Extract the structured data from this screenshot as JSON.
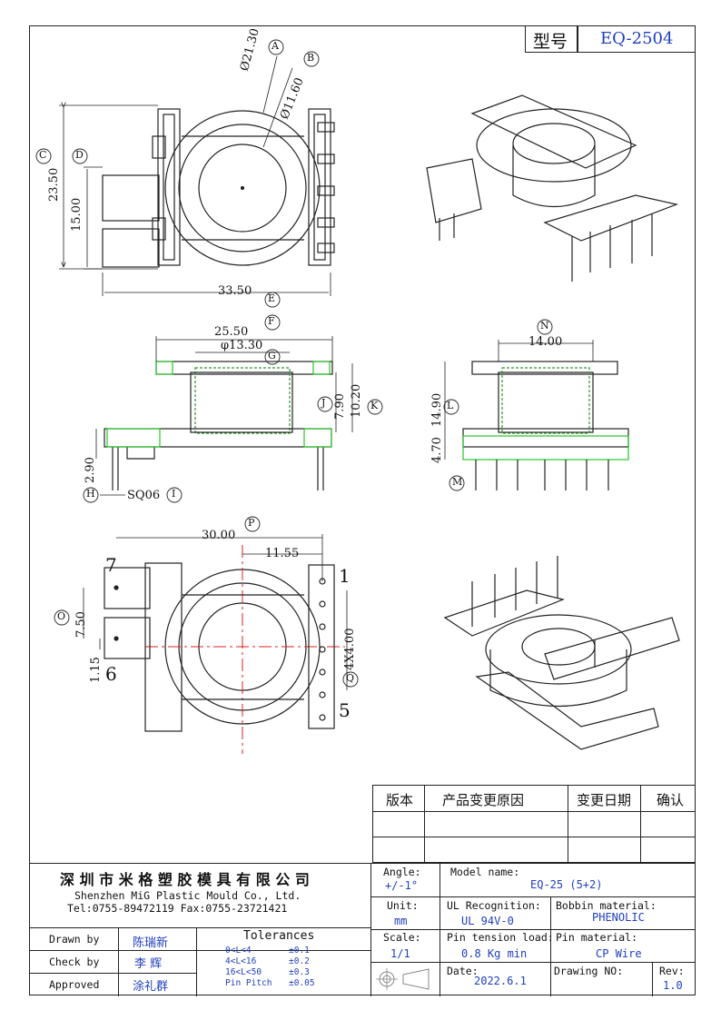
{
  "header": {
    "model_label": "型号",
    "model_value": "EQ-2504"
  },
  "views": {
    "top": {
      "dim_a": "Ø21.30",
      "dim_b": "Ø11.60",
      "dim_c": "23.50",
      "dim_d": "15.00",
      "dim_e": "33.50",
      "tag_a": "A",
      "tag_b": "B",
      "tag_c": "C",
      "tag_d": "D",
      "tag_e": "E"
    },
    "front": {
      "dim_f": "25.50",
      "dim_g": "φ13.30",
      "dim_j": "7.90",
      "dim_k": "10.20",
      "dim_h": "2.90",
      "dim_i": "SQ06",
      "tag_f": "F",
      "tag_g": "G",
      "tag_h": "H",
      "tag_i": "I",
      "tag_j": "J",
      "tag_k": "K"
    },
    "side": {
      "dim_n": "14.00",
      "dim_l": "14.90",
      "dim_m": "4.70",
      "tag_n": "N",
      "tag_l": "L",
      "tag_m": "M"
    },
    "bottom": {
      "dim_p": "30.00",
      "dim_p2": "11.55",
      "dim_o": "7.50",
      "dim_1_15": "1.15",
      "dim_q": "4X4.00",
      "pin_1": "1",
      "pin_5": "5",
      "pin_6": "6",
      "pin_7": "7",
      "tag_p": "P",
      "tag_o": "O",
      "tag_q": "Q"
    }
  },
  "revision_table": {
    "headers": [
      "版本",
      "产品变更原因",
      "变更日期",
      "确认"
    ]
  },
  "title_block": {
    "company_cn": "深 圳 市 米 格 塑 胶 模 具 有 限 公 司",
    "company_en": "Shenzhen MiG Plastic Mould Co., Ltd.",
    "contact": "Tel:0755-89472119   Fax:0755-23721421",
    "angle_label": "Angle:",
    "angle_value": "+/-1°",
    "unit_label": "Unit:",
    "unit_value": "mm",
    "scale_label": "Scale:",
    "scale_value": "1/1",
    "model_name_label": "Model name:",
    "model_name_value": "EQ-25 (5+2)",
    "ul_label": "UL Recognition:",
    "ul_value": "UL 94V-0",
    "bobbin_label": "Bobbin material:",
    "bobbin_value": "PHENOLIC",
    "pin_tension_label": "Pin tension load:",
    "pin_tension_value": "0.8 Kg min",
    "pin_material_label": "Pin material:",
    "pin_material_value": "CP Wire",
    "date_label": "Date:",
    "date_value": "2022.6.1",
    "drawing_no_label": "Drawing NO:",
    "drawing_no_value": "",
    "rev_label": "Rev:",
    "rev_value": "1.0",
    "drawn_by_label": "Drawn by",
    "drawn_by_value": "陈瑞新",
    "check_by_label": "Check by",
    "check_by_value": "李 辉",
    "approved_label": "Approved",
    "approved_value": "涂礼群",
    "tolerances_title": "Tolerances",
    "tolerances": [
      {
        "range": "0<L<4",
        "tol": "±0.1"
      },
      {
        "range": "4<L<16",
        "tol": "±0.2"
      },
      {
        "range": "16<L<50",
        "tol": "±0.3"
      },
      {
        "range": "Pin Pitch",
        "tol": "±0.05"
      }
    ]
  }
}
